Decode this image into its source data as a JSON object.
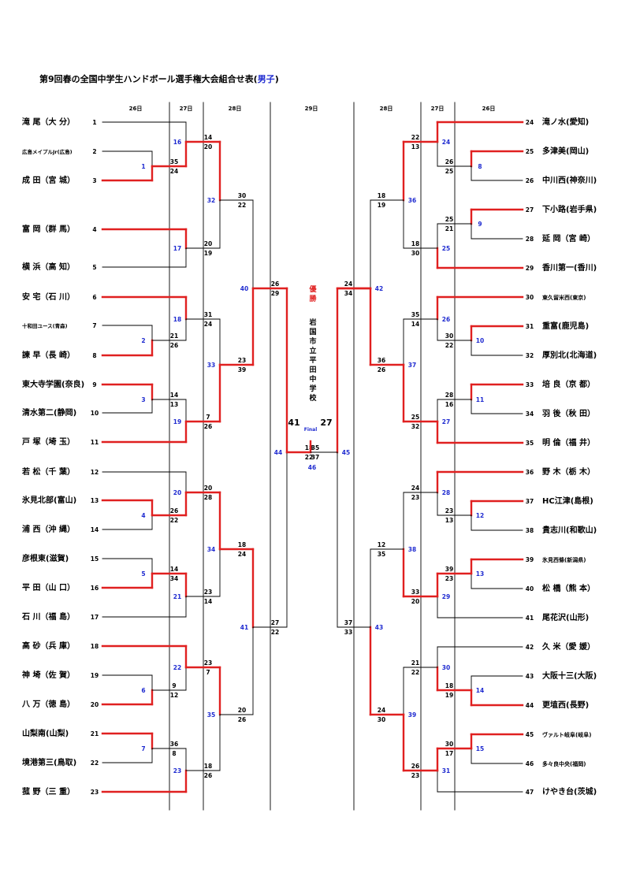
{
  "title": {
    "main": "第9回春の全国中学生ハンドボール選手権大会組合せ表(",
    "gender": "男子",
    "close": ")"
  },
  "dates": [
    "26日",
    "27日",
    "28日",
    "29日",
    "28日",
    "27日",
    "26日"
  ],
  "teams_left": [
    {
      "no": "1",
      "name": "滝 尾（大 分）"
    },
    {
      "no": "2",
      "name": "広島メイプルJr(広島)"
    },
    {
      "no": "3",
      "name": "成 田（宮 城）"
    },
    {
      "no": "4",
      "name": "富 岡（群 馬）"
    },
    {
      "no": "5",
      "name": "横 浜（高 知）"
    },
    {
      "no": "6",
      "name": "安 宅（石 川）"
    },
    {
      "no": "7",
      "name": "十和田ユース(青森)"
    },
    {
      "no": "8",
      "name": "諫 早（長 崎）"
    },
    {
      "no": "9",
      "name": "東大寺学園(奈良)"
    },
    {
      "no": "10",
      "name": "清水第二(静岡)"
    },
    {
      "no": "11",
      "name": "戸 塚（埼 玉）"
    },
    {
      "no": "12",
      "name": "若 松（千 葉）"
    },
    {
      "no": "13",
      "name": "氷見北部(富山)"
    },
    {
      "no": "14",
      "name": "浦 西（沖 縄）"
    },
    {
      "no": "15",
      "name": "彦根東(滋賀)"
    },
    {
      "no": "16",
      "name": "平 田（山 口）"
    },
    {
      "no": "17",
      "name": "石 川（福 島）"
    },
    {
      "no": "18",
      "name": "高 砂（兵 庫）"
    },
    {
      "no": "19",
      "name": "神 埼（佐 賀）"
    },
    {
      "no": "20",
      "name": "八 万（徳 島）"
    },
    {
      "no": "21",
      "name": "山梨南(山梨)"
    },
    {
      "no": "22",
      "name": "境港第三(鳥取)"
    },
    {
      "no": "23",
      "name": "菰 野（三 重）"
    }
  ],
  "teams_right": [
    {
      "no": "24",
      "name": "滝ノ水(愛知)"
    },
    {
      "no": "25",
      "name": "多津美(岡山)"
    },
    {
      "no": "26",
      "name": "中川西(神奈川)"
    },
    {
      "no": "27",
      "name": "下小路(岩手県)"
    },
    {
      "no": "28",
      "name": "延 岡（宮 崎）"
    },
    {
      "no": "29",
      "name": "香川第一(香川)"
    },
    {
      "no": "30",
      "name": "東久留米西(東京)"
    },
    {
      "no": "31",
      "name": "重富(鹿児島)"
    },
    {
      "no": "32",
      "name": "厚別北(北海道)"
    },
    {
      "no": "33",
      "name": "培 良（京 都）"
    },
    {
      "no": "34",
      "name": "羽 後（秋 田）"
    },
    {
      "no": "35",
      "name": "明 倫（福 井）"
    },
    {
      "no": "36",
      "name": "野 木（栃 木）"
    },
    {
      "no": "37",
      "name": "HC江津(島根)"
    },
    {
      "no": "38",
      "name": "貴志川(和歌山)"
    },
    {
      "no": "39",
      "name": "氷見西條(新潟県)"
    },
    {
      "no": "40",
      "name": "松 橋（熊 本）"
    },
    {
      "no": "41",
      "name": "尾花沢(山形)"
    },
    {
      "no": "42",
      "name": "久 米（愛 媛）"
    },
    {
      "no": "43",
      "name": "大阪十三(大阪)"
    },
    {
      "no": "44",
      "name": "更埴西(長野)"
    },
    {
      "no": "45",
      "name": "ヴァルト岐阜(岐阜)"
    },
    {
      "no": "46",
      "name": "多々良中央(福岡)"
    },
    {
      "no": "47",
      "name": "けやき台(茨城)"
    }
  ],
  "champion": {
    "label": "優勝",
    "school": "岩国市立平田中学校"
  },
  "final": {
    "label": "Final",
    "left_score": "41",
    "right_score": "27"
  },
  "colors": {
    "win": "#e02020",
    "line": "#000000",
    "game_no": "#1f2bd0"
  },
  "left_matches": [
    {
      "id": 1,
      "winner": "b",
      "sa": "35",
      "sb": "24"
    },
    {
      "id": 2,
      "winner": "b",
      "sa": "21",
      "sb": "26"
    },
    {
      "id": 3,
      "winner": "a",
      "sa": "14",
      "sb": "13"
    },
    {
      "id": 4,
      "winner": "a",
      "sa": "26",
      "sb": "22"
    },
    {
      "id": 5,
      "winner": "b",
      "sa": "14",
      "sb": "34"
    },
    {
      "id": 6,
      "winner": "b",
      "sa": "9",
      "sb": "12"
    },
    {
      "id": 7,
      "winner": "a",
      "sa": "36",
      "sb": "8"
    },
    {
      "id": 16,
      "winner": "b",
      "sa": "14",
      "sb": "20"
    },
    {
      "id": 17,
      "winner": "a",
      "sa": "20",
      "sb": "19"
    },
    {
      "id": 18,
      "winner": "a",
      "sa": "31",
      "sb": "24"
    },
    {
      "id": 19,
      "winner": "b",
      "sa": "7",
      "sb": "26"
    },
    {
      "id": 20,
      "winner": "b",
      "sa": "20",
      "sb": "28"
    },
    {
      "id": 21,
      "winner": "a",
      "sa": "23",
      "sb": "14"
    },
    {
      "id": 22,
      "winner": "a",
      "sa": "23",
      "sb": "7"
    },
    {
      "id": 23,
      "winner": "b",
      "sa": "18",
      "sb": "26"
    },
    {
      "id": 32,
      "winner": "a",
      "sa": "30",
      "sb": "22"
    },
    {
      "id": 33,
      "winner": "b",
      "sa": "23",
      "sb": "39"
    },
    {
      "id": 34,
      "winner": "a",
      "sa": "18",
      "sb": "24"
    },
    {
      "id": 35,
      "winner": "a",
      "sa": "20",
      "sb": "26"
    },
    {
      "id": 40,
      "winner": "b",
      "sa": "26",
      "sb": "29"
    },
    {
      "id": 41,
      "winner": "a",
      "sa": "27",
      "sb": "22"
    },
    {
      "id": 44,
      "winner": "a",
      "sa": "18",
      "sb": "22"
    }
  ],
  "right_matches": [
    {
      "id": 8,
      "winner": "a",
      "sa": "26",
      "sb": "25"
    },
    {
      "id": 9,
      "winner": "a",
      "sa": "25",
      "sb": "21"
    },
    {
      "id": 10,
      "winner": "a",
      "sa": "30",
      "sb": "22"
    },
    {
      "id": 11,
      "winner": "a",
      "sa": "28",
      "sb": "16"
    },
    {
      "id": 12,
      "winner": "a",
      "sa": "23",
      "sb": "13"
    },
    {
      "id": 13,
      "winner": "a",
      "sa": "39",
      "sb": "23"
    },
    {
      "id": 14,
      "winner": "b",
      "sa": "18",
      "sb": "19"
    },
    {
      "id": 15,
      "winner": "a",
      "sa": "30",
      "sb": "17"
    },
    {
      "id": 24,
      "winner": "a",
      "sa": "22",
      "sb": "13"
    },
    {
      "id": 25,
      "winner": "b",
      "sa": "18",
      "sb": "30"
    },
    {
      "id": 26,
      "winner": "a",
      "sa": "35",
      "sb": "14"
    },
    {
      "id": 27,
      "winner": "b",
      "sa": "25",
      "sb": "32"
    },
    {
      "id": 28,
      "winner": "a",
      "sa": "24",
      "sb": "23"
    },
    {
      "id": 29,
      "winner": "a",
      "sa": "33",
      "sb": "20"
    },
    {
      "id": 30,
      "winner": "b",
      "sa": "21",
      "sb": "22"
    },
    {
      "id": 31,
      "winner": "a",
      "sa": "26",
      "sb": "23"
    },
    {
      "id": 36,
      "winner": "a",
      "sa": "18",
      "sb": "19"
    },
    {
      "id": 37,
      "winner": "b",
      "sa": "36",
      "sb": "26"
    },
    {
      "id": 38,
      "winner": "b",
      "sa": "12",
      "sb": "35"
    },
    {
      "id": 39,
      "winner": "b",
      "sa": "24",
      "sb": "30"
    },
    {
      "id": 42,
      "winner": "b",
      "sa": "24",
      "sb": "34"
    },
    {
      "id": 43,
      "winner": "b",
      "sa": "37",
      "sb": "33"
    },
    {
      "id": 45,
      "winner": "a",
      "sa": "35",
      "sb": "37"
    }
  ],
  "final_match": {
    "id": 46
  }
}
